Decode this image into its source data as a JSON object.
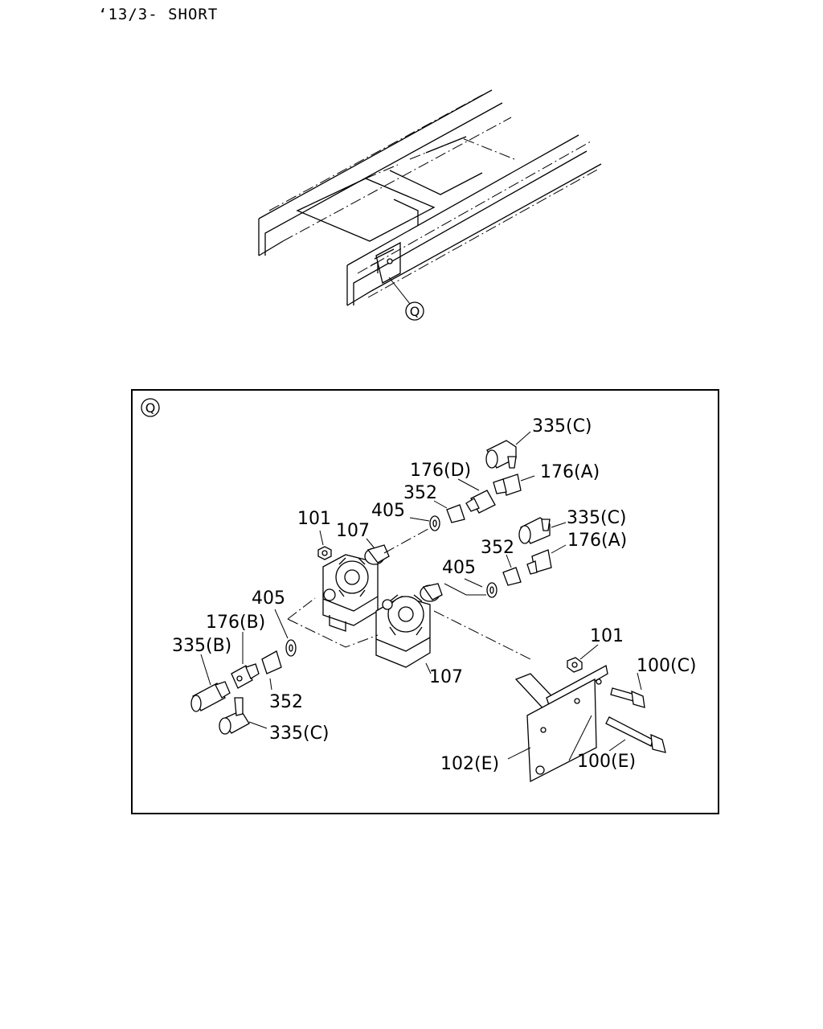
{
  "header": {
    "text": "‘13/3- SHORT"
  },
  "callout": {
    "marker": "Q"
  },
  "detail": {
    "marker": "Q"
  },
  "labels": {
    "p335c_top": "335(C)",
    "p176d": "176(D)",
    "p176a_top": "176(A)",
    "p352_top": "352",
    "p405_top": "405",
    "p101_left": "101",
    "p107_top": "107",
    "p335c_mid": "335(C)",
    "p176a_mid": "176(A)",
    "p352_mid": "352",
    "p405_mid": "405",
    "p405_left": "405",
    "p176b": "176(B)",
    "p335b": "335(B)",
    "p352_bot": "352",
    "p107_bot": "107",
    "p101_right": "101",
    "p100c": "100(C)",
    "p335c_bot": "335(C)",
    "p102e": "102(E)",
    "p100e": "100(E)"
  }
}
